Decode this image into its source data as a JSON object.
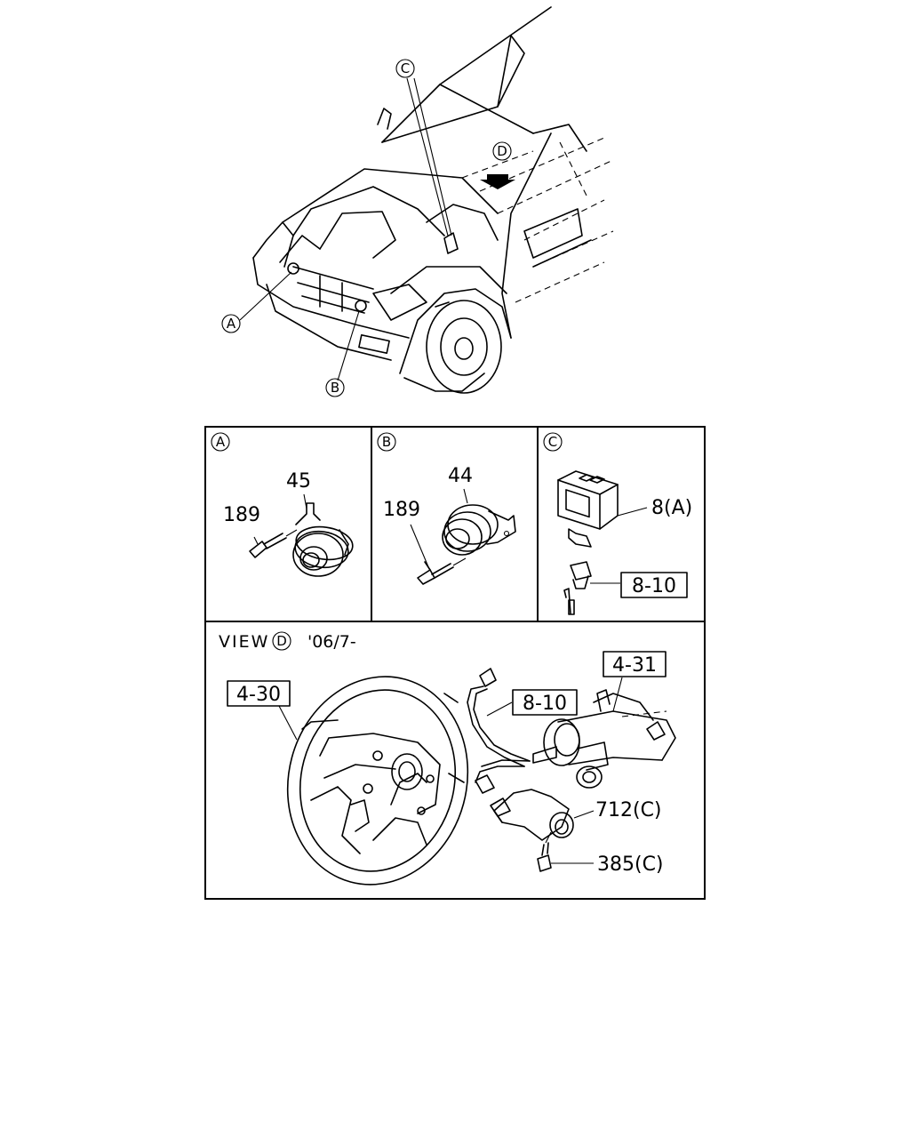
{
  "callouts": {
    "a": "A",
    "b": "B",
    "c": "C",
    "d": "D"
  },
  "panel_a": {
    "letter": "A",
    "part_top": "45",
    "part_bolt": "189"
  },
  "panel_b": {
    "letter": "B",
    "part_top": "44",
    "part_bolt": "189"
  },
  "panel_c": {
    "letter": "C",
    "part_unit": "8(A)",
    "part_ref": "8-10"
  },
  "view_d": {
    "view_word": "VIEW",
    "view_letter": "D",
    "date_note": "'06/7-",
    "ref_wheel": "4-30",
    "ref_column": "4-31",
    "ref_harness": "8-10",
    "part_sensor": "712(C)",
    "part_screw": "385(C)"
  }
}
